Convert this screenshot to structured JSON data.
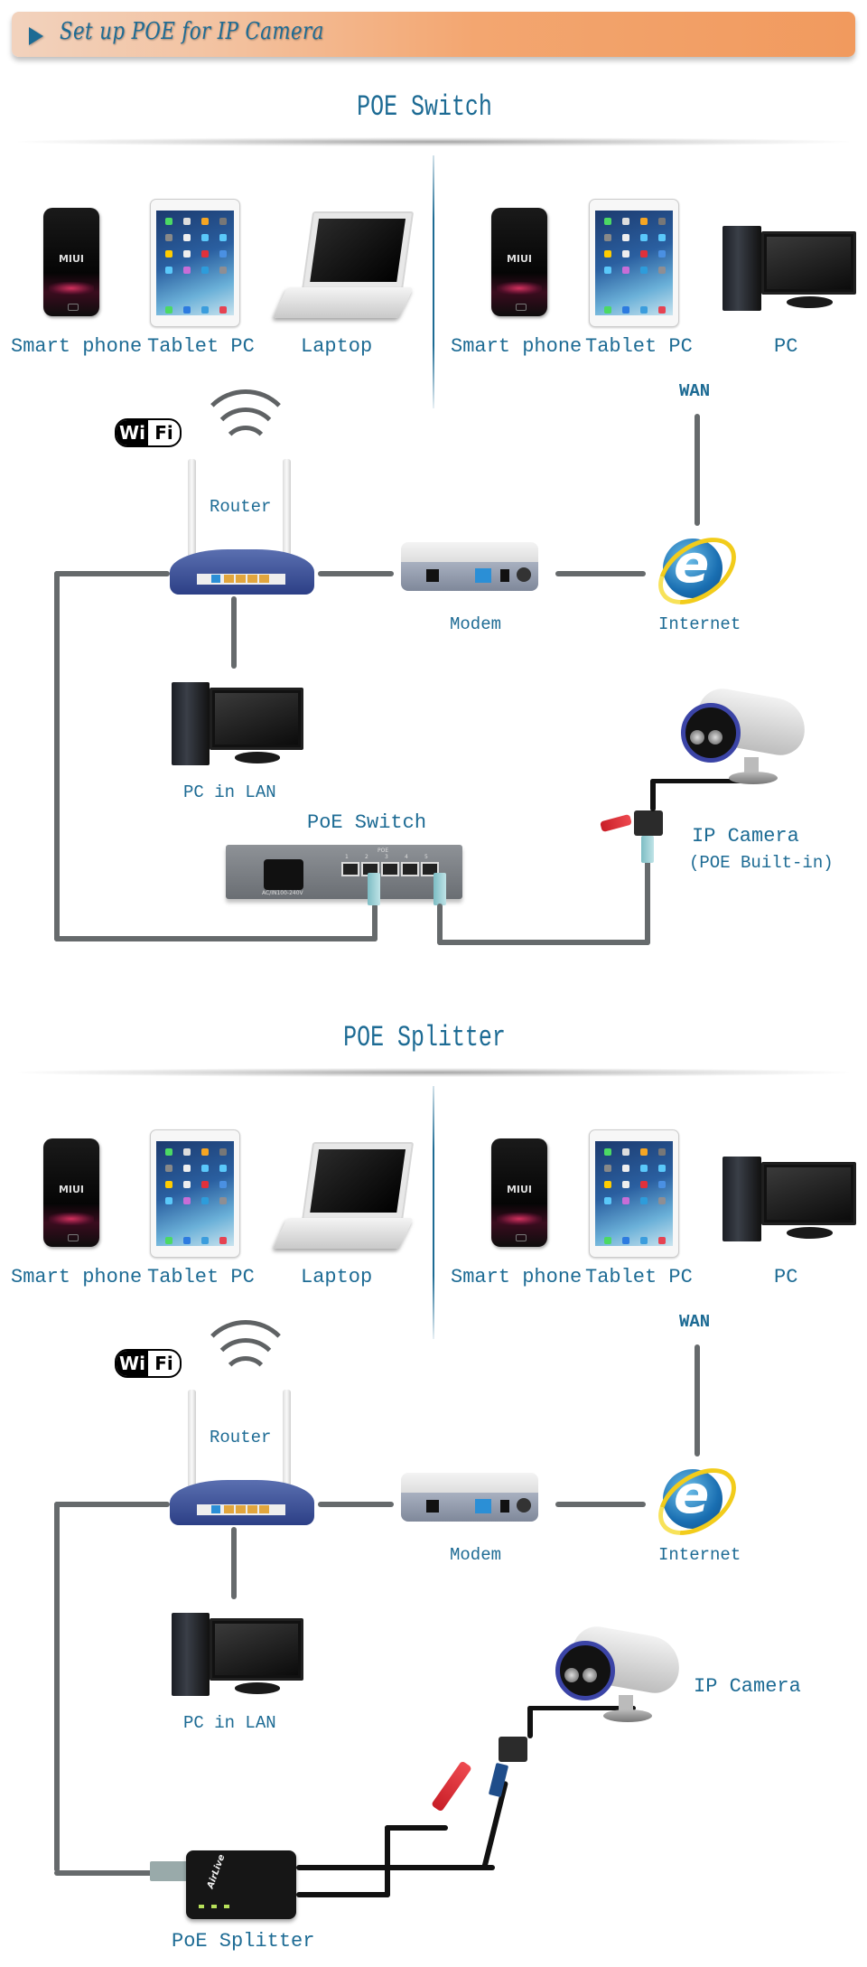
{
  "header": {
    "title": "Set up POE for IP Camera",
    "icon": "play-triangle-icon",
    "accent_color": "#1d6b94",
    "bar_color": "#f19a5e"
  },
  "sections": [
    {
      "title": "POE Switch",
      "clients_left": [
        {
          "label": "Smart phone",
          "icon": "smartphone-icon",
          "screen_text": "MIUI"
        },
        {
          "label": "Tablet PC",
          "icon": "tablet-icon"
        },
        {
          "label": "Laptop",
          "icon": "laptop-icon"
        }
      ],
      "clients_right": [
        {
          "label": "Smart phone",
          "icon": "smartphone-icon",
          "screen_text": "MIUI"
        },
        {
          "label": "Tablet PC",
          "icon": "tablet-icon"
        },
        {
          "label": "PC",
          "icon": "desktop-pc-icon"
        }
      ],
      "wifi_badge": {
        "left": "Wi",
        "right": "Fi"
      },
      "wan_label": "WAN",
      "router_label": "Router",
      "modem_label": "Modem",
      "internet_label": "Internet",
      "pc_lan_label": "PC in LAN",
      "poe_device_label": "PoE Switch",
      "switch_power_text": "AC/IN100-240V",
      "switch_port_header": "POE",
      "switch_ports": [
        "1",
        "2",
        "3",
        "4",
        "5"
      ],
      "camera_label": "IP Camera",
      "camera_sublabel": "(POE Built-in)"
    },
    {
      "title": "POE Splitter",
      "clients_left": [
        {
          "label": "Smart phone",
          "icon": "smartphone-icon",
          "screen_text": "MIUI"
        },
        {
          "label": "Tablet PC",
          "icon": "tablet-icon"
        },
        {
          "label": "Laptop",
          "icon": "laptop-icon"
        }
      ],
      "clients_right": [
        {
          "label": "Smart phone",
          "icon": "smartphone-icon",
          "screen_text": "MIUI"
        },
        {
          "label": "Tablet PC",
          "icon": "tablet-icon"
        },
        {
          "label": "PC",
          "icon": "desktop-pc-icon"
        }
      ],
      "wifi_badge": {
        "left": "Wi",
        "right": "Fi"
      },
      "wan_label": "WAN",
      "router_label": "Router",
      "modem_label": "Modem",
      "internet_label": "Internet",
      "pc_lan_label": "PC in LAN",
      "poe_device_label": "PoE Splitter",
      "splitter_brand": "AirLive",
      "camera_label": "IP Camera"
    }
  ],
  "colors": {
    "label_text": "#1d6b94",
    "cable": "#666a6c",
    "background": "#ffffff"
  }
}
